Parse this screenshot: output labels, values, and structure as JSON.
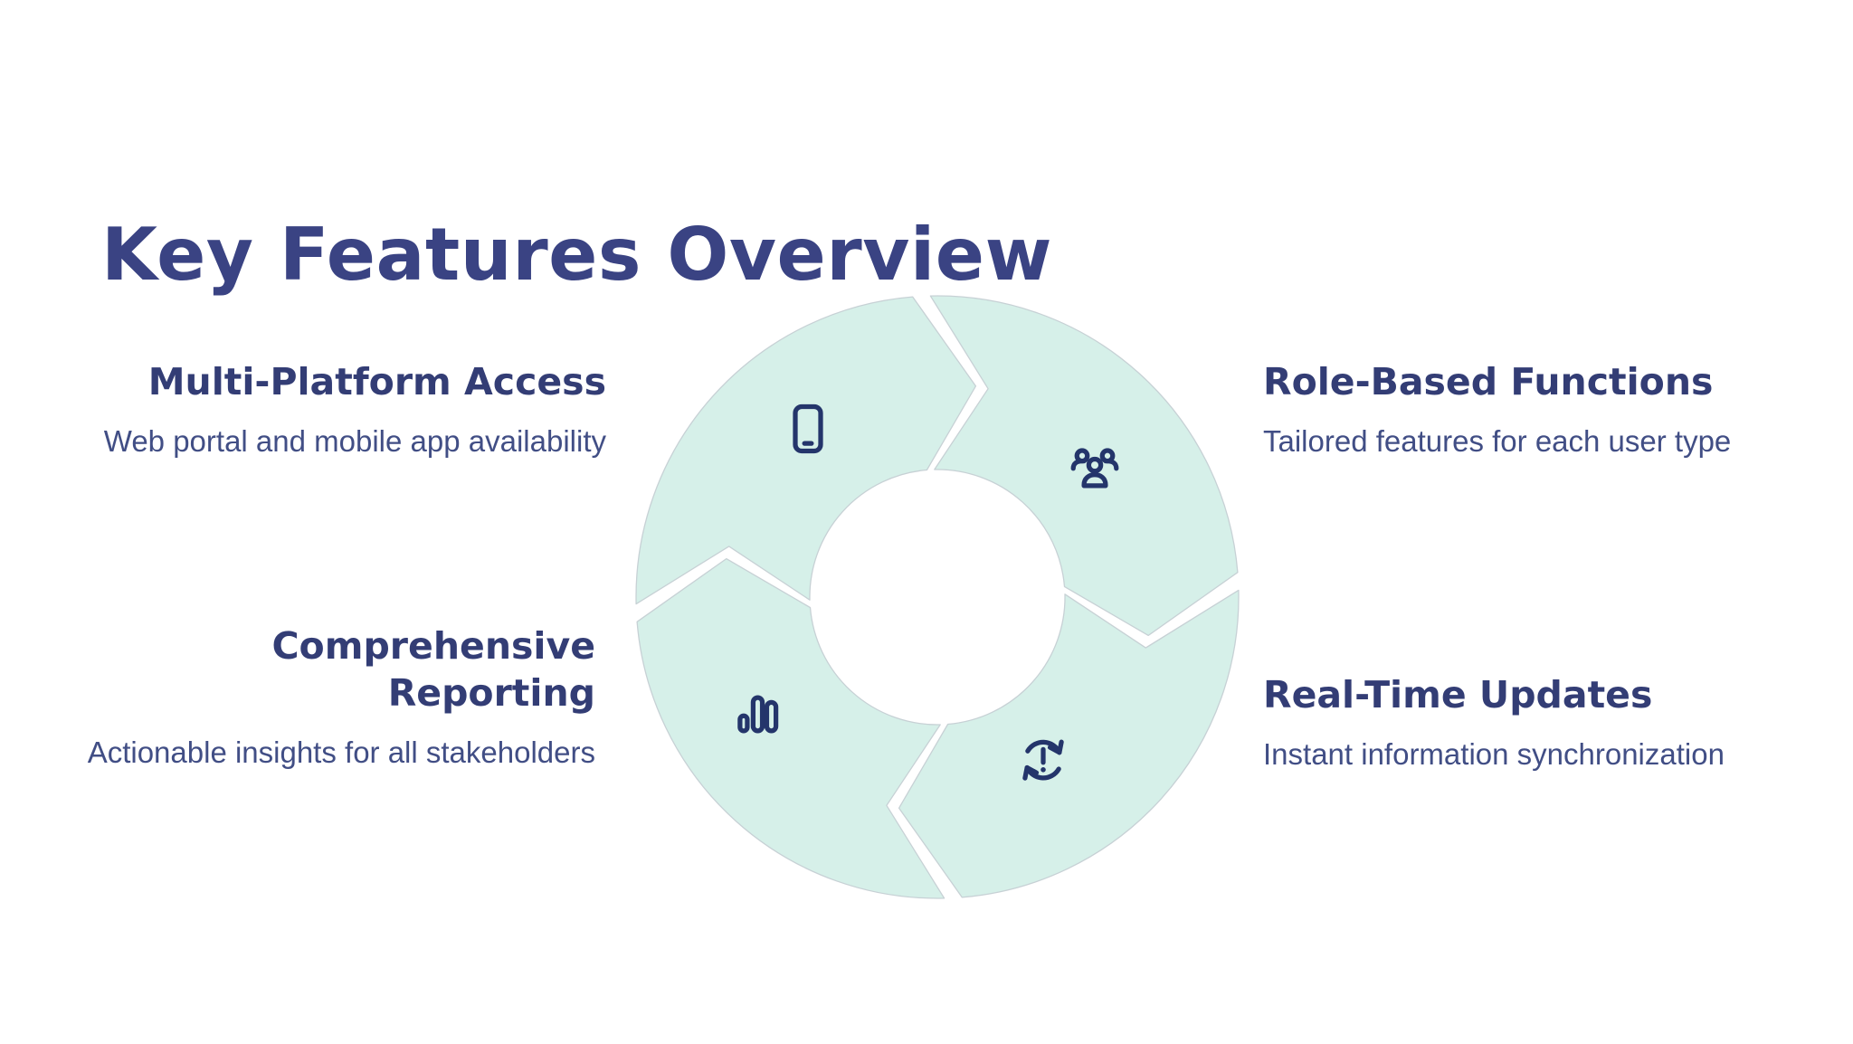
{
  "slide": {
    "title": "Key Features Overview"
  },
  "colors": {
    "background": "#ffffff",
    "title_text": "#3a4383",
    "heading_text": "#333d75",
    "body_text": "#414e85",
    "icon_stroke": "#24356b",
    "segment_fill": "#d6f0e9",
    "segment_outline": "#c7d1d5",
    "gap_color": "#ffffff"
  },
  "diagram": {
    "name": "feature-cycle",
    "type": "circular cycle, 4 arrow segments",
    "direction": "clockwise",
    "segment_icons": [
      "smartphone-icon",
      "users-icon",
      "sync-alert-icon",
      "bar-chart-icon"
    ]
  },
  "features": [
    {
      "title": "Multi-Platform Access",
      "description": "Web portal and mobile app availability",
      "icon": "smartphone-icon"
    },
    {
      "title": "Role-Based Functions",
      "description": "Tailored features for each user type",
      "icon": "users-icon"
    },
    {
      "title": "Comprehensive Reporting",
      "description": "Actionable insights for all stakeholders",
      "icon": "bar-chart-icon"
    },
    {
      "title": "Real-Time Updates",
      "description": "Instant information synchronization",
      "icon": "sync-alert-icon"
    }
  ]
}
